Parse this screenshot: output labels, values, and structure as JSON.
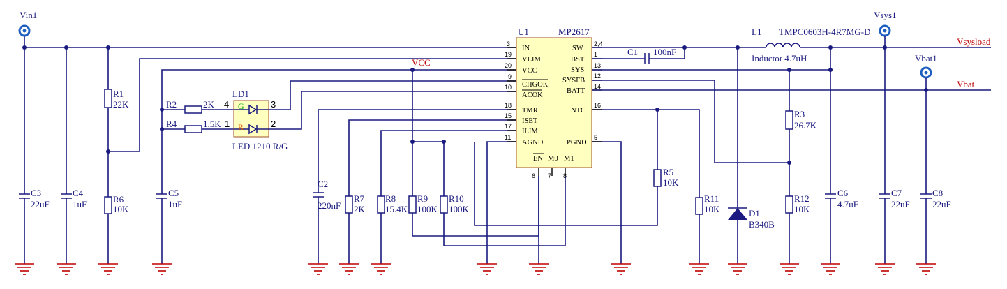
{
  "ports": {
    "vin1": "Vin1",
    "vsys1": "Vsys1",
    "vbat1": "Vbat1"
  },
  "nets": {
    "vcc": "VCC",
    "vsysload": "Vsysload",
    "vbat": "Vbat"
  },
  "ic": {
    "designator": "U1",
    "part": "MP2617",
    "left_pins": [
      {
        "num": "3",
        "name": "IN"
      },
      {
        "num": "19",
        "name": "VLIM"
      },
      {
        "num": "20",
        "name": "VCC"
      },
      {
        "num": "9",
        "name": "CHGOK"
      },
      {
        "num": "10",
        "name": "ACOK"
      },
      {
        "num": "18",
        "name": "TMR"
      },
      {
        "num": "15",
        "name": "ISET"
      },
      {
        "num": "17",
        "name": "ILIM"
      },
      {
        "num": "11",
        "name": "AGND"
      }
    ],
    "right_pins": [
      {
        "num": "2,4",
        "name": "SW"
      },
      {
        "num": "1",
        "name": "BST"
      },
      {
        "num": "13",
        "name": "SYS"
      },
      {
        "num": "12",
        "name": "SYSFB"
      },
      {
        "num": "14",
        "name": "BATT"
      },
      {
        "num": "16",
        "name": "NTC"
      },
      {
        "num": "5",
        "name": "PGND"
      }
    ],
    "bottom_pins": [
      {
        "num": "6",
        "name": "EN"
      },
      {
        "num": "7",
        "name": "M0"
      },
      {
        "num": "8",
        "name": "M1"
      }
    ]
  },
  "led": {
    "designator": "LD1",
    "part": "LED 1210 R/G",
    "green_label": "G",
    "red_label": "R",
    "pins": [
      "4",
      "3",
      "1",
      "2"
    ]
  },
  "inductor": {
    "designator": "L1",
    "part": "TMPC0603H-4R7MG-D",
    "desc": "Inductor 4.7uH"
  },
  "diode": {
    "designator": "D1",
    "part": "B340B"
  },
  "components": {
    "c1": {
      "ref": "C1",
      "value": "100nF"
    },
    "c2": {
      "ref": "C2",
      "value": "220nF"
    },
    "c3": {
      "ref": "C3",
      "value": "22uF"
    },
    "c4": {
      "ref": "C4",
      "value": "1uF"
    },
    "c5": {
      "ref": "C5",
      "value": "1uF"
    },
    "c6": {
      "ref": "C6",
      "value": "4.7uF"
    },
    "c7": {
      "ref": "C7",
      "value": "22uF"
    },
    "c8": {
      "ref": "C8",
      "value": "22uF"
    },
    "r1": {
      "ref": "R1",
      "value": "22K"
    },
    "r2": {
      "ref": "R2",
      "value": "2K"
    },
    "r3": {
      "ref": "R3",
      "value": "26.7K"
    },
    "r4": {
      "ref": "R4",
      "value": "1.5K"
    },
    "r5": {
      "ref": "R5",
      "value": "10K"
    },
    "r6": {
      "ref": "R6",
      "value": "10K"
    },
    "r7": {
      "ref": "R7",
      "value": "2K"
    },
    "r8": {
      "ref": "R8",
      "value": "15.4K"
    },
    "r9": {
      "ref": "R9",
      "value": "100K"
    },
    "r10": {
      "ref": "R10",
      "value": "100K"
    },
    "r11": {
      "ref": "R11",
      "value": "10K"
    },
    "r12": {
      "ref": "R12",
      "value": "10K"
    }
  },
  "colors": {
    "wire": "#1a1a80",
    "ground": "#c00000",
    "net_label": "#c00000",
    "port": "#1f5fc0",
    "ic_fill": "#ffffc0",
    "ic_border": "#a0522d",
    "led_fill": "#ffffc0",
    "green": "#00a000",
    "red": "#e06000"
  }
}
